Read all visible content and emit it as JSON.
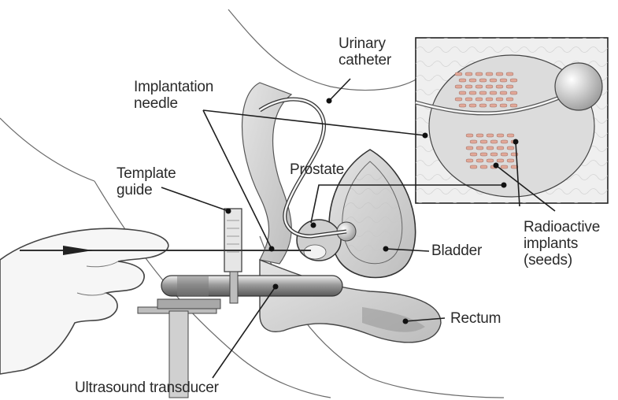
{
  "labels": {
    "urinary_catheter": [
      "Urinary",
      "catheter"
    ],
    "implantation_needle": [
      "Implantation",
      "needle"
    ],
    "template_guide": [
      "Template",
      "guide"
    ],
    "prostate": "Prostate",
    "bladder": "Bladder",
    "radioactive_implants": [
      "Radioactive",
      "implants",
      "(seeds)"
    ],
    "rectum": "Rectum",
    "ultrasound_transducer": "Ultrasound transducer"
  },
  "colors": {
    "line": "#1e1e1e",
    "tissue": "#d6d6d6",
    "tissue_dark": "#b4b4b4",
    "seed": "#e2a898"
  }
}
